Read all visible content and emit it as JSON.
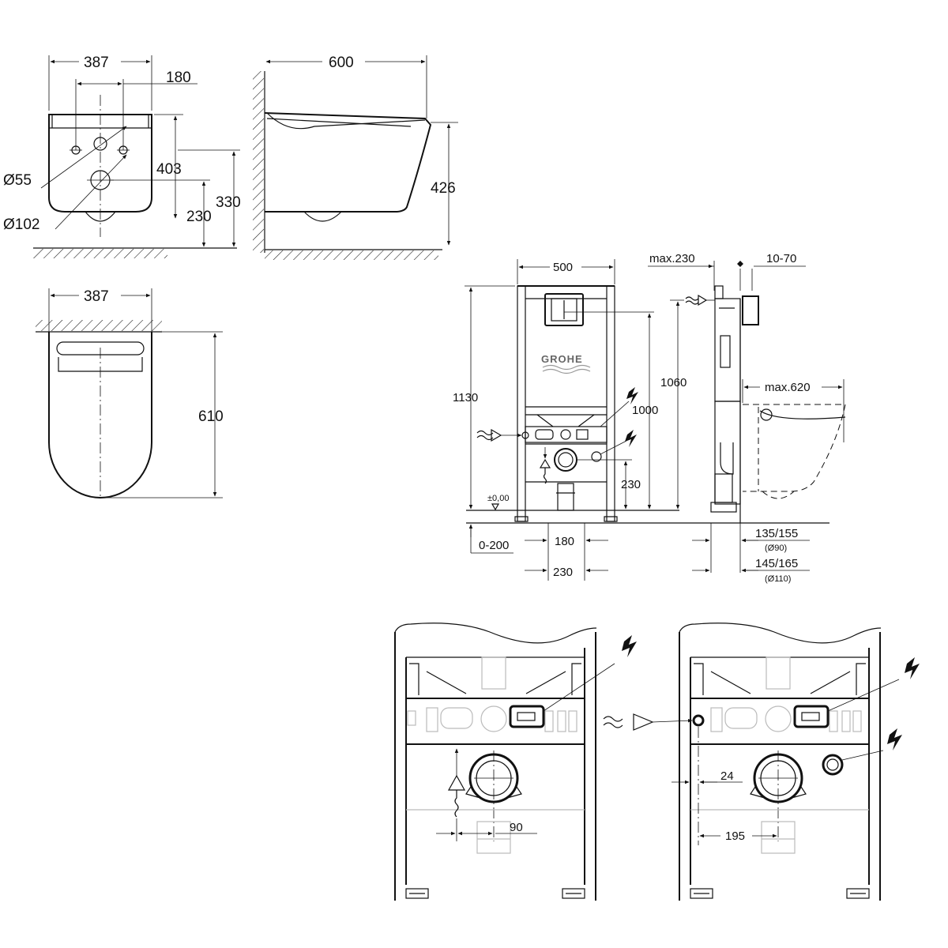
{
  "brand": {
    "logo_text": "GROHE"
  },
  "front_view": {
    "width": "387",
    "inlet_spacing": "180",
    "height_total": "403",
    "height_fixing": "330",
    "height_outlet": "230",
    "diameter_inlet": "Ø55",
    "diameter_outlet": "Ø102"
  },
  "side_view": {
    "projection": "600",
    "height": "426"
  },
  "top_view": {
    "width": "387",
    "length": "610"
  },
  "frame_front": {
    "width": "500",
    "height": "1130",
    "height_power": "1000",
    "height_outlet": "230",
    "floor_level": "±0,00",
    "adjust_range": "0-200",
    "foot_spacing": "180",
    "outlet_spacing": "230"
  },
  "frame_side": {
    "max_depth": "max.230",
    "wall_range": "10-70",
    "height_inlet": "1060",
    "max_projection": "max.620",
    "offset_90": "135/155",
    "diam_90": "(Ø90)",
    "offset_110": "145/165",
    "diam_110": "(Ø110)"
  },
  "detail_left": {
    "offset": "90"
  },
  "detail_right": {
    "offset_water": "24",
    "offset_outlet": "195"
  }
}
